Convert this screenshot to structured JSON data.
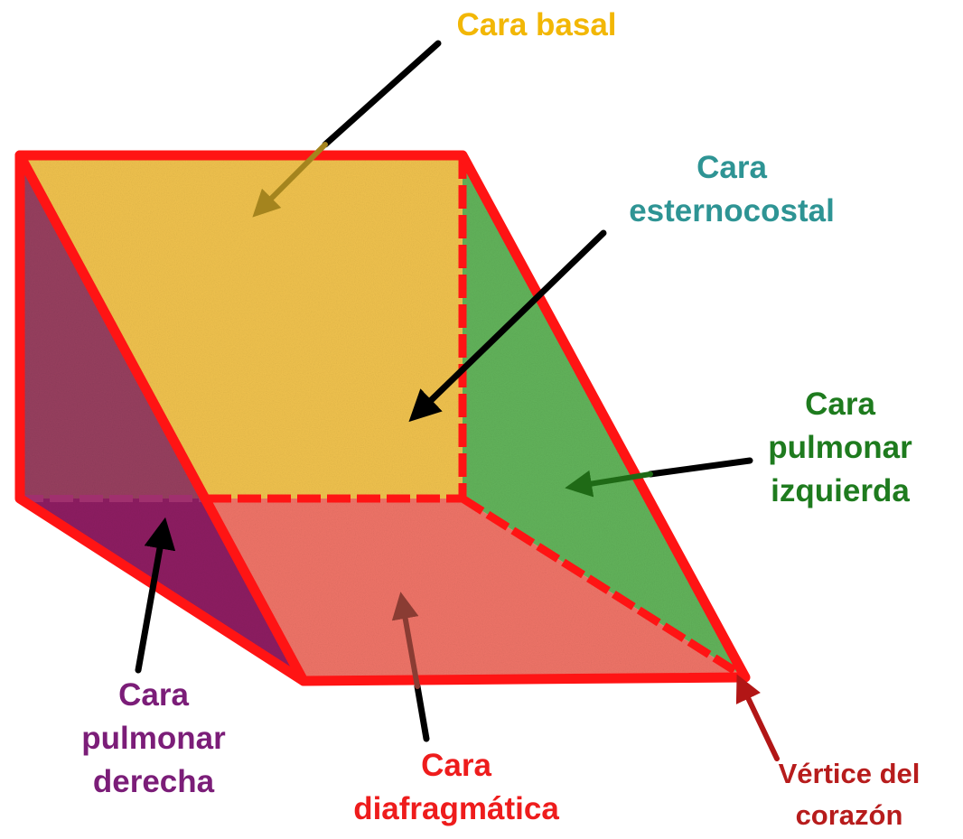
{
  "labels": {
    "basal": {
      "lines": [
        "Cara basal"
      ],
      "color": "#F2B705"
    },
    "esternocostal": {
      "lines": [
        "Cara",
        "esternocostal"
      ],
      "color": "#2E9494"
    },
    "pulmonar_izquierda": {
      "lines": [
        "Cara",
        "pulmonar",
        "izquierda"
      ],
      "color": "#1E7B1E"
    },
    "pulmonar_derecha": {
      "lines": [
        "Cara",
        "pulmonar",
        "derecha"
      ],
      "color": "#7B1D78"
    },
    "diafragmatica": {
      "lines": [
        "Cara",
        "diafragmática"
      ],
      "color": "#EE1C1C"
    },
    "vertice": {
      "lines": [
        "Vértice del",
        "corazón"
      ],
      "color": "#B71C1C"
    }
  },
  "face_colors": {
    "basal": "#F0C24E",
    "esternocostal": "#62B35B",
    "diafragmatica": "#EF7468",
    "pulmonar_derecha_upper": "#97405F",
    "pulmonar_derecha_lower": "#8E1C62",
    "edges": "#FF1414"
  }
}
